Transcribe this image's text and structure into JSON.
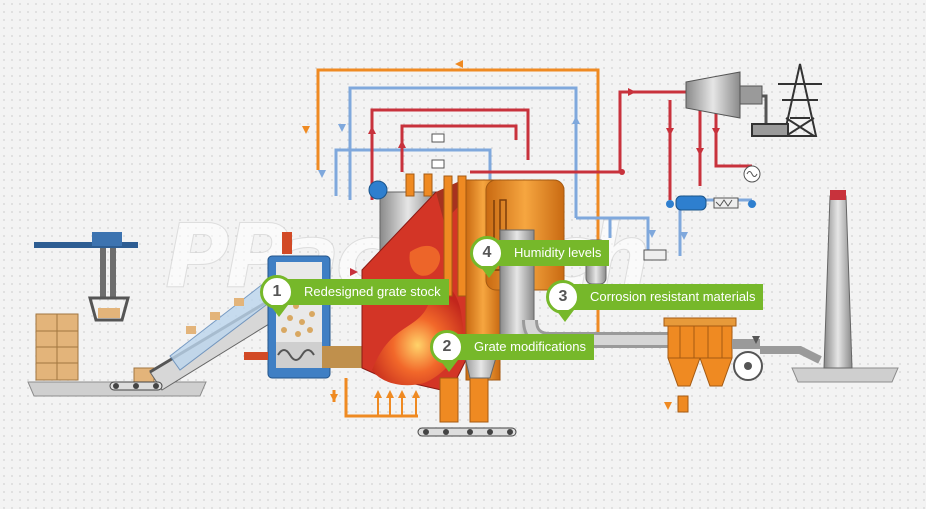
{
  "watermark": {
    "text": "PPaceTech"
  },
  "callouts": [
    {
      "number": "1",
      "label": "Redesigned grate stock"
    },
    {
      "number": "2",
      "label": "Grate modifications"
    },
    {
      "number": "3",
      "label": "Corrosion resistant materials"
    },
    {
      "number": "4",
      "label": "Humidity levels"
    }
  ],
  "colors": {
    "callout_green": "#76b82a",
    "hot_pipe": "#c8323c",
    "cold_pipe": "#7fa8dc",
    "flue_pipe": "#ef8a22",
    "furnace_red": "#d33526",
    "hopper_blue": "#3f7fc4"
  }
}
